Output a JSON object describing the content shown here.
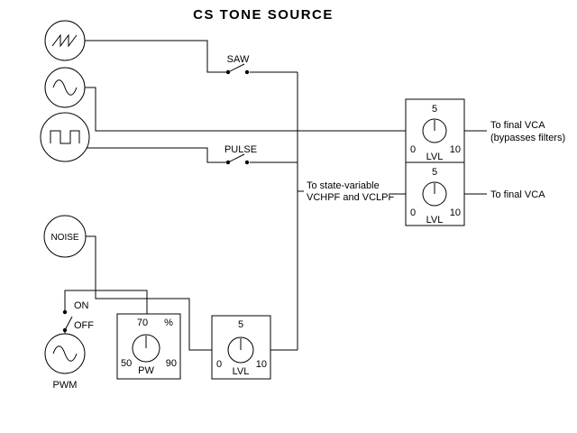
{
  "title": "CS TONE SOURCE",
  "sources": {
    "saw_label": "SAW",
    "pulse_label": "PULSE",
    "noise_label": "NOISE",
    "pwm_label": "PWM"
  },
  "pwm_switch": {
    "on": "ON",
    "off": "OFF"
  },
  "knobs": {
    "pw": {
      "value": "70",
      "unit": "%",
      "min": "50",
      "max": "90",
      "label": "PW"
    },
    "noise_level": {
      "value": "5",
      "min": "0",
      "max": "10",
      "label": "LVL"
    },
    "sine_level": {
      "value": "5",
      "min": "0",
      "max": "10",
      "label": "LVL"
    },
    "filter_level": {
      "value": "5",
      "min": "0",
      "max": "10",
      "label": "LVL"
    }
  },
  "outputs": {
    "sine_out_line1": "To final VCA",
    "sine_out_line2": "(bypasses filters)",
    "filter_out": "To final VCA",
    "to_filters_line1": "To state-variable",
    "to_filters_line2": "VCHPF and VCLPF"
  },
  "colors": {
    "line": "#000000",
    "background": "#ffffff"
  }
}
